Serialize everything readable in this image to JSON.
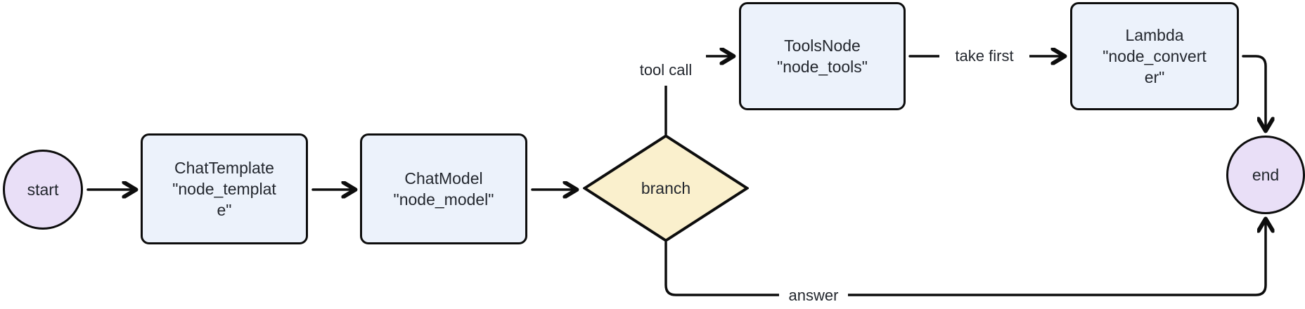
{
  "diagram": {
    "colors": {
      "background": "#ffffff",
      "node_fill": "#ecf2fb",
      "terminal_fill": "#e9dff7",
      "decision_fill": "#faf0cd",
      "stroke": "#0d0d0d",
      "text": "#23272e"
    },
    "nodes": {
      "start": {
        "label": "start",
        "shape": "circle"
      },
      "template": {
        "shape": "rect",
        "lines": [
          "ChatTemplate",
          "\"node_templat",
          "e\""
        ]
      },
      "model": {
        "shape": "rect",
        "lines": [
          "ChatModel",
          "\"node_model\""
        ]
      },
      "branch": {
        "label": "branch",
        "shape": "diamond"
      },
      "tools": {
        "shape": "rect",
        "lines": [
          "ToolsNode",
          "\"node_tools\""
        ]
      },
      "converter": {
        "shape": "rect",
        "lines": [
          "Lambda",
          "\"node_convert",
          "er\""
        ]
      },
      "end": {
        "label": "end",
        "shape": "circle"
      }
    },
    "edge_labels": {
      "tool_call": "tool call",
      "take_first": "take first",
      "answer": "answer"
    }
  }
}
